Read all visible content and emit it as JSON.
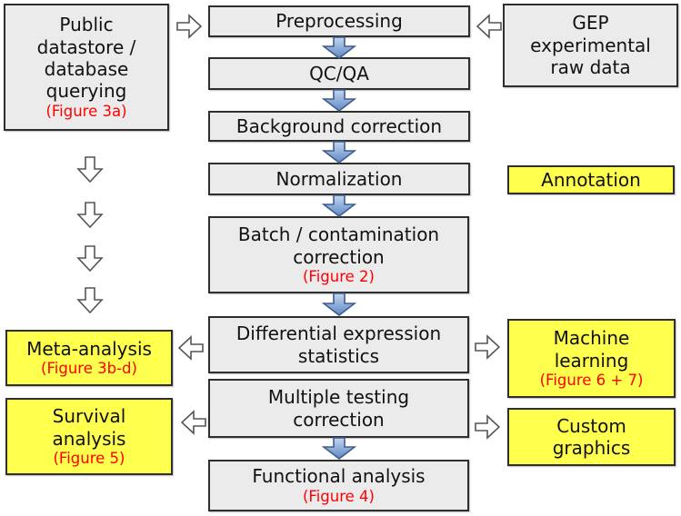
{
  "diagram": {
    "title": "GEP data analysis pipeline flowchart",
    "boxes": {
      "datastore": {
        "label": "Public\ndatastore /\ndatabase\nquerying",
        "figure": "(Figure 3a)"
      },
      "preprocessing": {
        "label": "Preprocessing"
      },
      "gep": {
        "label": "GEP\nexperimental\nraw data"
      },
      "qcqa": {
        "label": "QC/QA"
      },
      "background": {
        "label": "Background correction"
      },
      "normalization": {
        "label": "Normalization"
      },
      "annotation": {
        "label": "Annotation"
      },
      "batch": {
        "label": "Batch / contamination\ncorrection",
        "figure": "(Figure 2)"
      },
      "differential": {
        "label": "Differential expression\nstatistics"
      },
      "meta": {
        "label": "Meta-analysis",
        "figure": "(Figure 3b-d)"
      },
      "machine": {
        "label": "Machine\nlearning",
        "figure": "(Figure 6 + 7)"
      },
      "multiple": {
        "label": "Multiple testing\ncorrection"
      },
      "survival": {
        "label": "Survival\nanalysis",
        "figure": "(Figure 5)"
      },
      "custom": {
        "label": "Custom\ngraphics"
      },
      "functional": {
        "label": "Functional analysis",
        "figure": "(Figure 4)"
      }
    },
    "colors": {
      "process_box": "#ebebeb",
      "highlight_box": "#ffff4d",
      "flow_arrow_light": "#b9cfec",
      "flow_arrow_dark": "#5e88c4",
      "figure_label": "#ff0000",
      "box_border": "#2e2e2e"
    }
  }
}
